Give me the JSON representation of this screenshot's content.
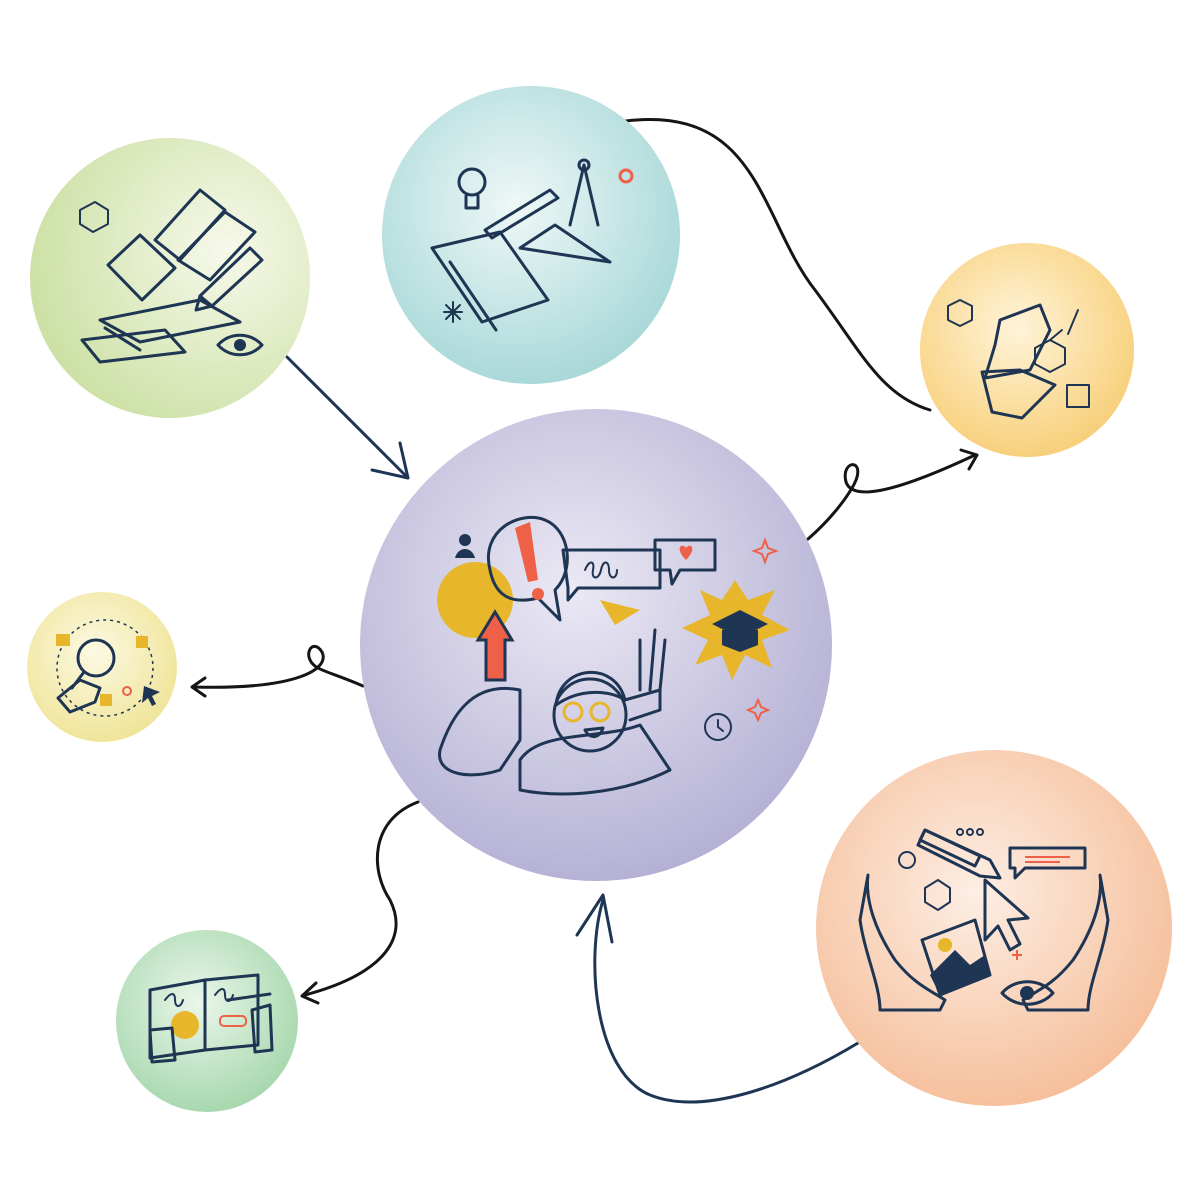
{
  "nodes": [
    {
      "id": "center",
      "icon": "student-celebration-icon",
      "color_inner": "#e6e3f1",
      "color_outer": "#b2aed3"
    },
    {
      "id": "reading",
      "icon": "books-and-pencil-icon",
      "color_inner": "#f3f8e4",
      "color_outer": "#cfe2a9"
    },
    {
      "id": "design",
      "icon": "notebook-and-tools-icon",
      "color_inner": "#e7f4f3",
      "color_outer": "#a6d8d8"
    },
    {
      "id": "science",
      "icon": "chemistry-flask-icon",
      "color_inner": "#fff1cf",
      "color_outer": "#f8cf78"
    },
    {
      "id": "research",
      "icon": "magnifier-hand-icon",
      "color_inner": "#fbf7d8",
      "color_outer": "#efe59a"
    },
    {
      "id": "notes",
      "icon": "open-notebook-icon",
      "color_inner": "#e6f4e6",
      "color_outer": "#a7d8ad"
    },
    {
      "id": "creative",
      "icon": "creative-hands-icon",
      "color_inner": "#fde8db",
      "color_outer": "#f6bf9b"
    }
  ],
  "colors": {
    "navy": "#1e3553",
    "teal": "#5bbcb3",
    "mustard": "#e7b62a",
    "coral": "#ee6048",
    "white": "#ffffff",
    "black_line": "#151515"
  }
}
